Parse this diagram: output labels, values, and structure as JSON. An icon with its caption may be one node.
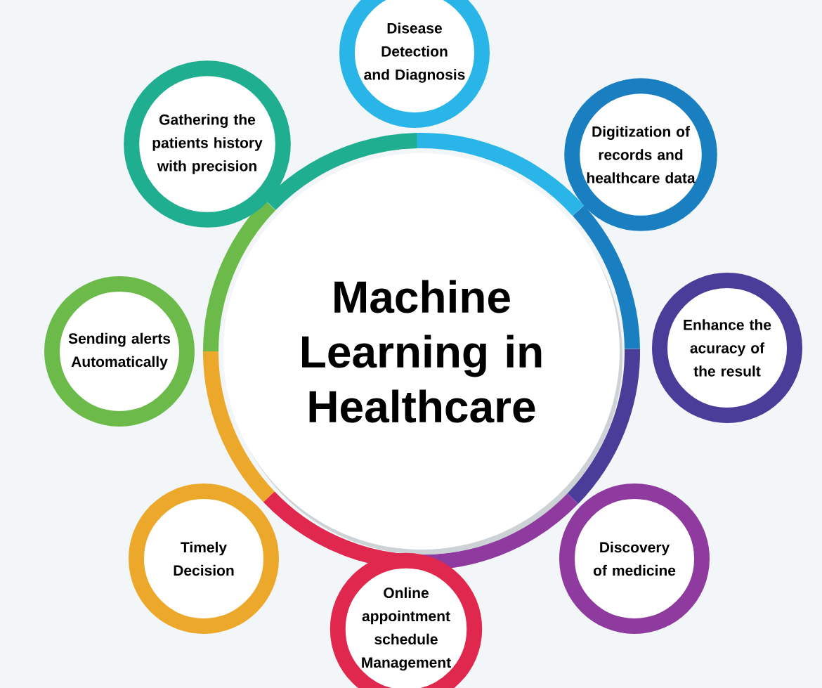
{
  "diagram": {
    "nodes": [
      {
        "text": [
          "Machine Learning in Healthcare"
        ]
      },
      {
        "text": [
          "Disease Detection and Diagnosis"
        ]
      },
      {
        "text": [
          "Digitization of records and healthcare data"
        ]
      },
      {
        "text": [
          "Enhance the acuracy of the result"
        ]
      },
      {
        "text": [
          "Discovery of medicine"
        ]
      },
      {
        "text": [
          "Online appointment schedule Management"
        ]
      },
      {
        "text": [
          "Timely Decision"
        ]
      },
      {
        "text": [
          "Sending alerts Automatically"
        ]
      },
      {
        "text": [
          "Gathering the patients history with precision"
        ]
      }
    ]
  }
}
